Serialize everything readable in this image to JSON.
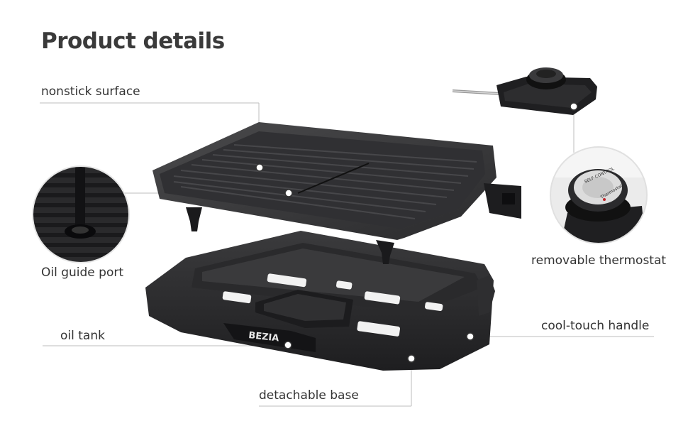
{
  "title": "Product details",
  "labels": {
    "nonstick": "nonstick surface",
    "oil_port": "Oil guide port",
    "oil_tank": "oil tank",
    "base": "detachable base",
    "thermostat": "removable thermostat",
    "handle": "cool-touch handle"
  },
  "brand": "BEZIA",
  "thermostat_dial": {
    "ring_text": "SELF CONTROL",
    "side_text": "Thermostat"
  }
}
